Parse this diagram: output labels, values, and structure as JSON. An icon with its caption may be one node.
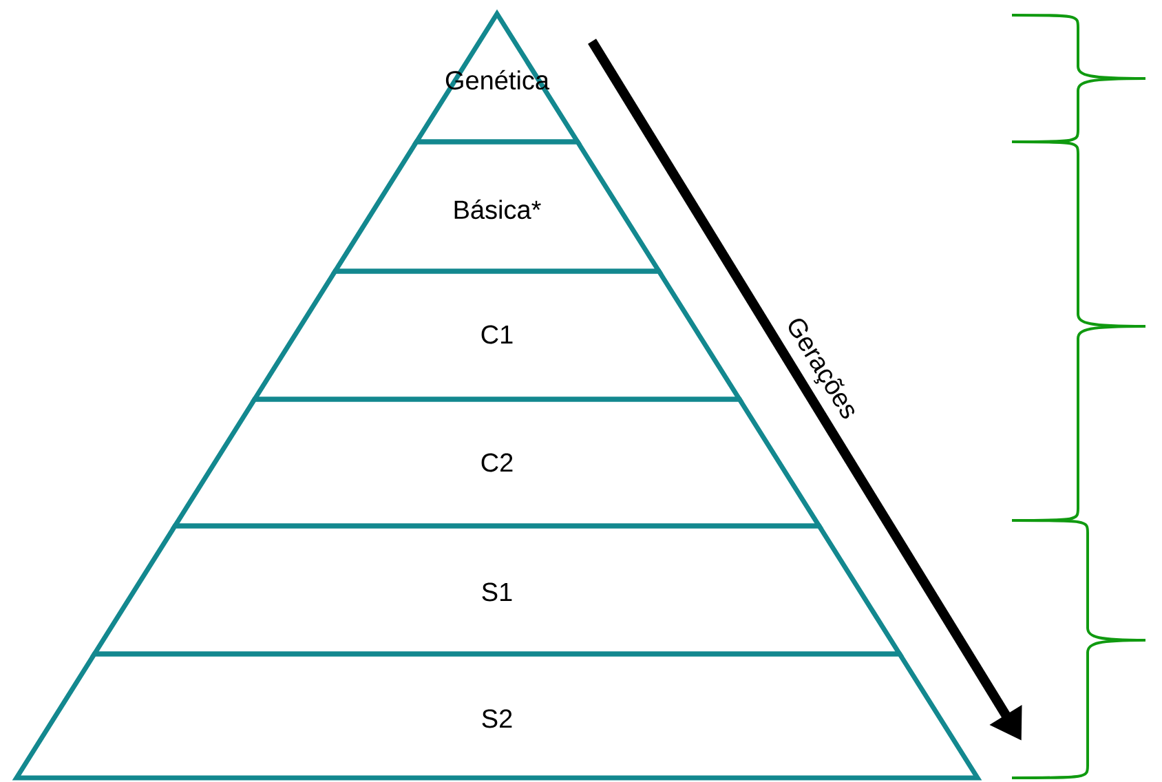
{
  "diagram": {
    "nodes": [
      {
        "text": [
          "Genética"
        ]
      },
      {
        "text": [
          "Básica*"
        ]
      },
      {
        "text": [
          "C1"
        ]
      },
      {
        "text": [
          "C2"
        ]
      },
      {
        "text": [
          "S1"
        ]
      },
      {
        "text": [
          "S2"
        ]
      }
    ],
    "labels": [
      "Gerações"
    ]
  }
}
